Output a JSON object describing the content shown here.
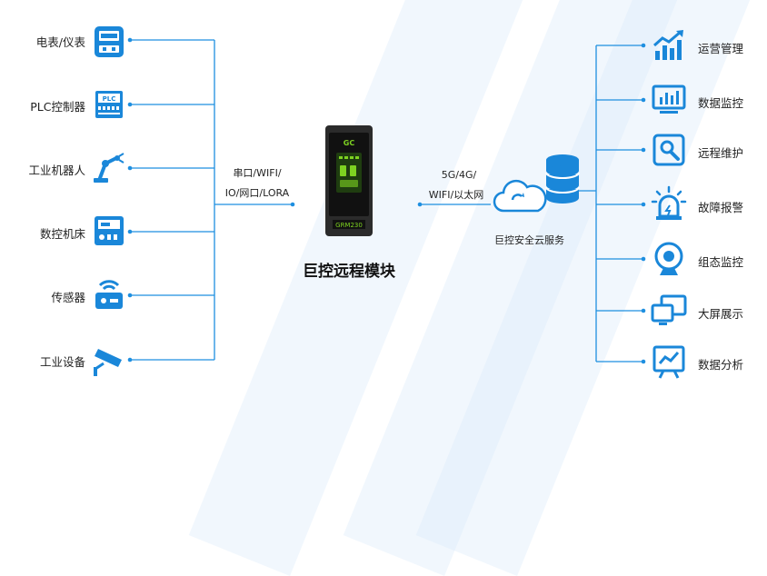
{
  "left_items": [
    {
      "label": "电表/仪表",
      "icon": "meter-icon"
    },
    {
      "label": "PLC控制器",
      "icon": "plc-icon"
    },
    {
      "label": "工业机器人",
      "icon": "robot-arm-icon"
    },
    {
      "label": "数控机床",
      "icon": "cnc-machine-icon"
    },
    {
      "label": "传感器",
      "icon": "sensor-icon"
    },
    {
      "label": "工业设备",
      "icon": "industrial-camera-icon"
    }
  ],
  "right_items": [
    {
      "label": "运营管理",
      "icon": "growth-chart-icon"
    },
    {
      "label": "数据监控",
      "icon": "monitor-chart-icon"
    },
    {
      "label": "远程维护",
      "icon": "wrench-search-icon"
    },
    {
      "label": "故障报警",
      "icon": "alarm-light-icon"
    },
    {
      "label": "组态监控",
      "icon": "webcam-icon"
    },
    {
      "label": "大屏展示",
      "icon": "dual-screen-icon"
    },
    {
      "label": "数据分析",
      "icon": "analysis-board-icon"
    }
  ],
  "link_left": {
    "line1": "串口/WIFI/",
    "line2": "IO/网口/LORA"
  },
  "link_right": {
    "line1": "5G/4G/",
    "line2": "WIFI/以太网"
  },
  "device": {
    "title": "巨控远程模块",
    "logo": "GC",
    "model": "GRM230"
  },
  "cloud": {
    "label": "巨控安全云服务"
  },
  "colors": {
    "accent": "#1e8fe0",
    "icon": "#1a87d9",
    "device_body": "#2b2b2b",
    "device_screen": "#7ed321"
  }
}
